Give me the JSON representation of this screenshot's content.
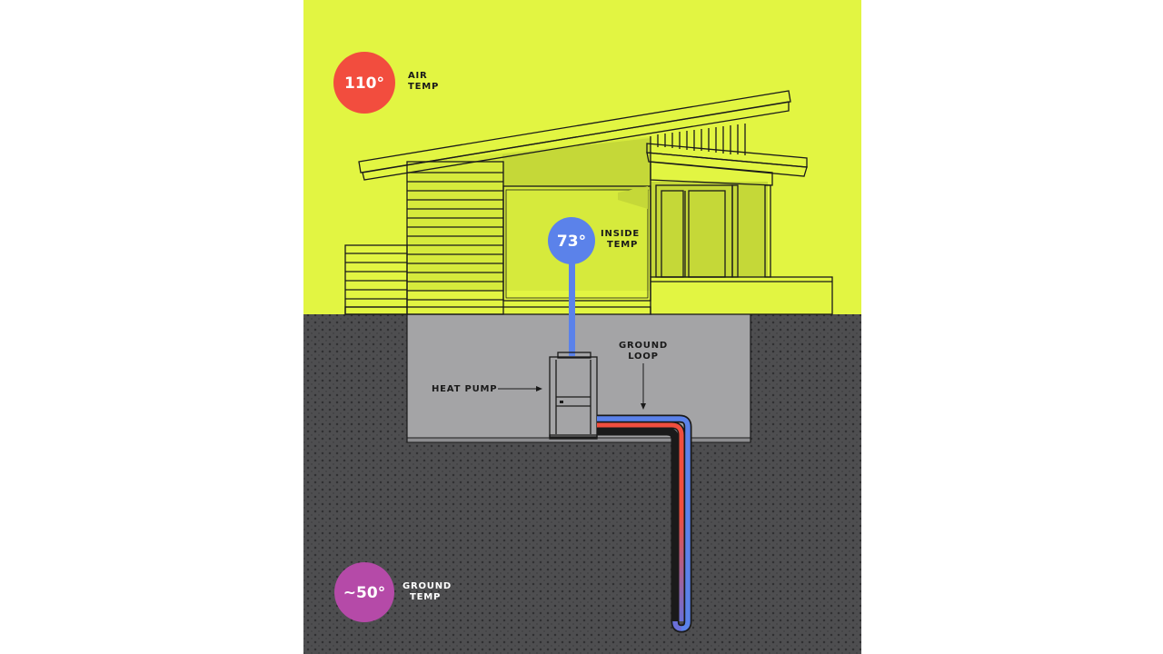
{
  "colors": {
    "sky": "#e2f542",
    "house_shade": "#c9dc3a",
    "ground": "#4e4e50",
    "basement": "#a4a4a6",
    "outline": "#1a1a1a",
    "air_badge": "#f24d3e",
    "inside_badge": "#5b82ea",
    "ground_badge": "#b54aa8",
    "pipe_hot": "#f04e3e",
    "pipe_cold": "#5b82ea"
  },
  "air_temp": {
    "value": "110°",
    "label_line1": "AIR",
    "label_line2": "TEMP",
    "icon": "air-temp-badge"
  },
  "inside_temp": {
    "value": "73°",
    "label_line1": "INSIDE",
    "label_line2": "TEMP",
    "icon": "inside-temp-badge"
  },
  "ground_temp": {
    "value": "~50°",
    "label_line1": "GROUND",
    "label_line2": "TEMP",
    "icon": "ground-temp-badge"
  },
  "heat_pump": {
    "label": "HEAT PUMP"
  },
  "ground_loop": {
    "label_line1": "GROUND",
    "label_line2": "LOOP"
  }
}
